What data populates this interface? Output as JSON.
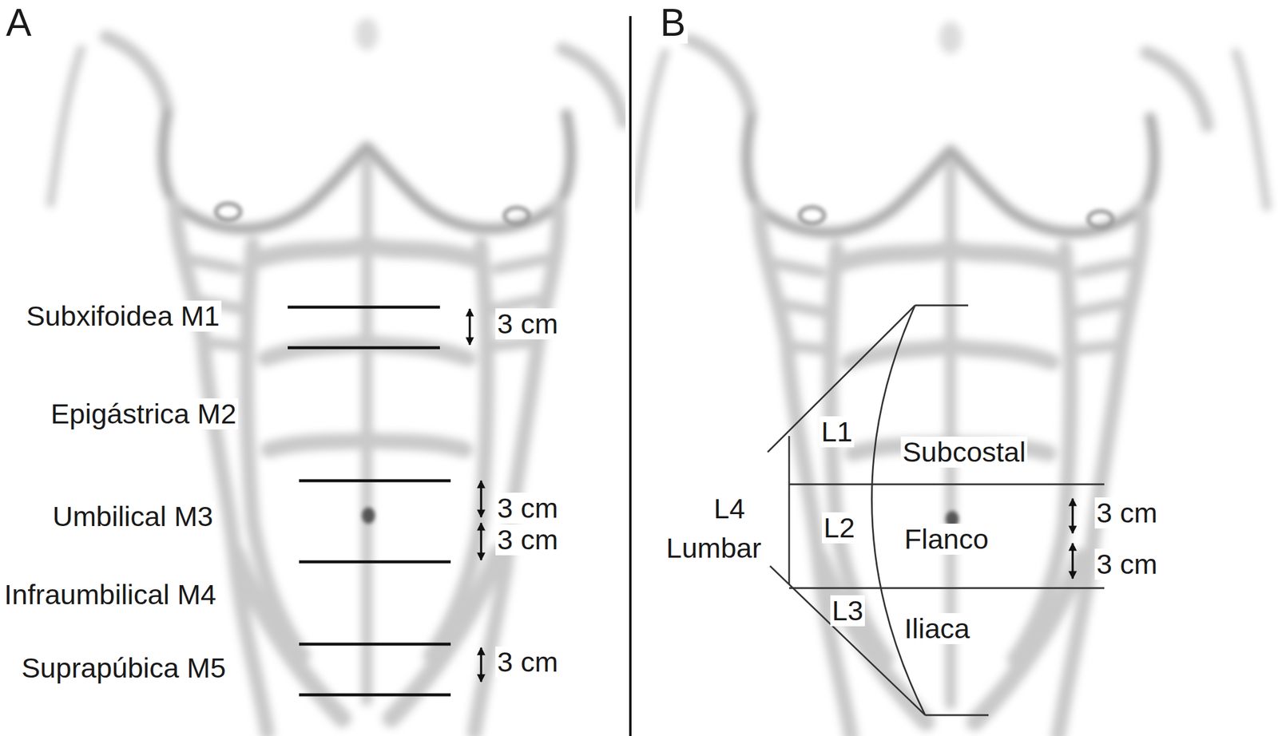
{
  "diagram": {
    "labels": [
      "A",
      "Subxifoidea M1",
      "3 cm",
      "Epigástrica M2",
      "Umbilical M3",
      "3 cm",
      "3 cm",
      "Infraumbilical M4",
      "Suprapúbica M5",
      "3 cm",
      "B",
      "L1",
      "Subcostal",
      "L4",
      "Lumbar",
      "L2",
      "Flanco",
      "3 cm",
      "3 cm",
      "L3",
      "Iliaca"
    ]
  }
}
